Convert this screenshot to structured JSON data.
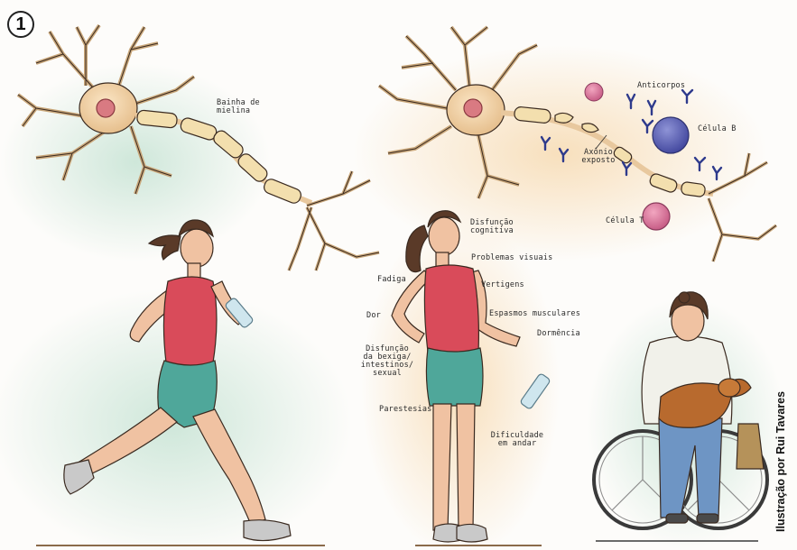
{
  "panel_number": "1",
  "credit": "Ilustração por Rui Tavares",
  "colors": {
    "dendrite": "#d9b98c",
    "dendrite_stroke": "#3a2a20",
    "myelin": "#f3dfae",
    "axon": "#e8c89e",
    "nucleus": "#d97a82",
    "b_cell": "#5d63b5",
    "t_cell": "#d6779b",
    "antibody": "#2e3a8c",
    "shirt": "#d94b5a",
    "shorts": "#4fa79a",
    "skin": "#f0c2a2",
    "hair": "#5a3a28"
  },
  "labels": {
    "myelin_sheath": "Bainha de mielina",
    "antibodies": "Anticorpos",
    "b_cell": "Célula B",
    "exposed_axon": "Axônio exposto",
    "t_cell": "Célula T"
  },
  "symptoms": {
    "cognitive": "Disfunção cognitiva",
    "visual": "Problemas visuais",
    "fatigue": "Fadiga",
    "vertigo": "Vertigens",
    "pain": "Dor",
    "spasms": "Espasmos musculares",
    "numbness": "Dormência",
    "bladder": "Disfunção da bexiga/ intestinos/ sexual",
    "paresthesia": "Parestesias",
    "walking": "Dificuldade em andar"
  }
}
